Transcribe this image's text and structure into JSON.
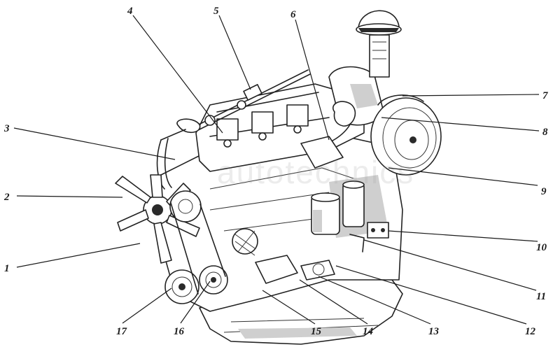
{
  "watermark": "autotechnics",
  "callouts": [
    {
      "id": "1",
      "label": "1"
    },
    {
      "id": "2",
      "label": "2"
    },
    {
      "id": "3",
      "label": "3"
    },
    {
      "id": "4",
      "label": "4"
    },
    {
      "id": "5",
      "label": "5"
    },
    {
      "id": "6",
      "label": "6"
    },
    {
      "id": "7",
      "label": "7"
    },
    {
      "id": "8",
      "label": "8"
    },
    {
      "id": "9",
      "label": "9"
    },
    {
      "id": "10",
      "label": "10"
    },
    {
      "id": "11",
      "label": "11"
    },
    {
      "id": "12",
      "label": "12"
    },
    {
      "id": "13",
      "label": "13"
    },
    {
      "id": "14",
      "label": "14"
    },
    {
      "id": "15",
      "label": "15"
    },
    {
      "id": "16",
      "label": "16"
    },
    {
      "id": "17",
      "label": "17"
    }
  ]
}
